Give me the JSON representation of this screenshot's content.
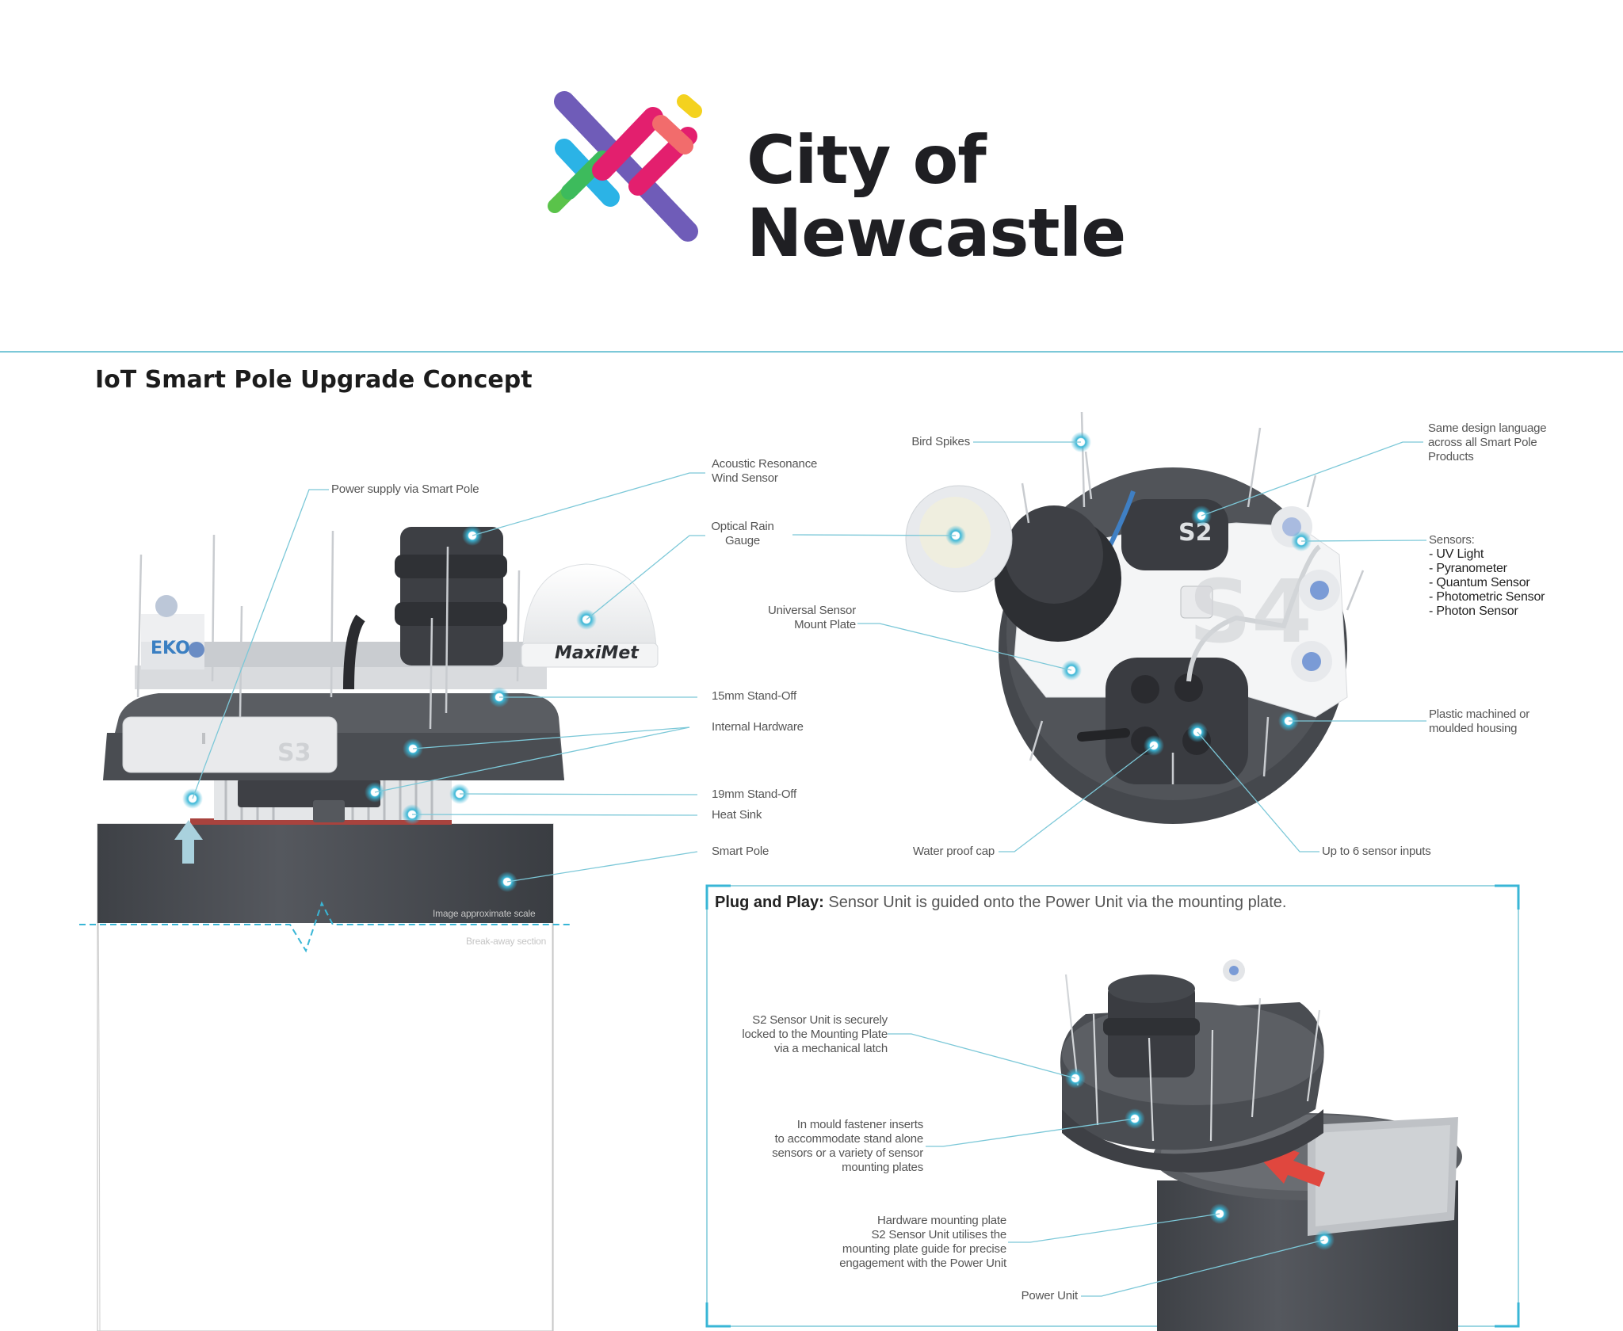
{
  "logo": {
    "line1": "City of",
    "line2": "Newcastle",
    "colors": [
      "#7b5cc0",
      "#2bb3e6",
      "#e31f6e",
      "#f26c6c",
      "#f4d21f",
      "#3dbb5c",
      "#5ac34a"
    ]
  },
  "page_title": "IoT Smart Pole Upgrade Concept",
  "left_diagram": {
    "labels": {
      "power_supply": "Power supply via Smart Pole",
      "acoustic": "Acoustic Resonance\nWind Sensor",
      "optical_rain": "Optical Rain\nGauge",
      "standoff_15": "15mm Stand-Off",
      "internal_hw": "Internal Hardware",
      "standoff_19": "19mm Stand-Off",
      "heat_sink": "Heat Sink",
      "smart_pole": "Smart Pole",
      "image_approx": "Image approximate scale",
      "break_away": "Break-away section"
    },
    "device_text": {
      "eko": "EKO",
      "maximet": "MaxiMet",
      "s3": "S3"
    }
  },
  "right_diagram": {
    "labels": {
      "bird_spikes": "Bird Spikes",
      "same_design": "Same design language\nacross all Smart Pole\nProducts",
      "universal_mount": "Universal Sensor\nMount Plate",
      "sensors_title": "Sensors:",
      "sensors_list": [
        "- UV Light",
        "- Pyranometer",
        "- Quantum Sensor",
        "- Photometric Sensor",
        "- Photon Sensor"
      ],
      "plastic_housing": "Plastic machined or\nmoulded housing",
      "water_cap": "Water proof cap",
      "sensor_inputs": "Up to 6 sensor inputs"
    },
    "device_text": {
      "s2": "S2",
      "big": "S4"
    }
  },
  "plug_and_play": {
    "heading": "Plug and Play:",
    "text": "Sensor Unit is guided onto the Power Unit via the mounting plate.",
    "labels": {
      "latch": "S2 Sensor Unit is securely\nlocked to the Mounting Plate\nvia a mechanical latch",
      "inserts": "In mould fastener inserts\nto accommodate stand alone\nsensors or a variety of sensor\nmounting plates",
      "mount_plate": "Hardware mounting plate\nS2 Sensor Unit utilises the\nmounting plate guide for precise\nengagement with the Power Unit",
      "power_unit": "Power Unit"
    }
  },
  "colors": {
    "accent": "#39b6d6",
    "rule": "#7cc8d8",
    "body_dark": "#4a4d52",
    "arrow_red": "#e0473e"
  }
}
